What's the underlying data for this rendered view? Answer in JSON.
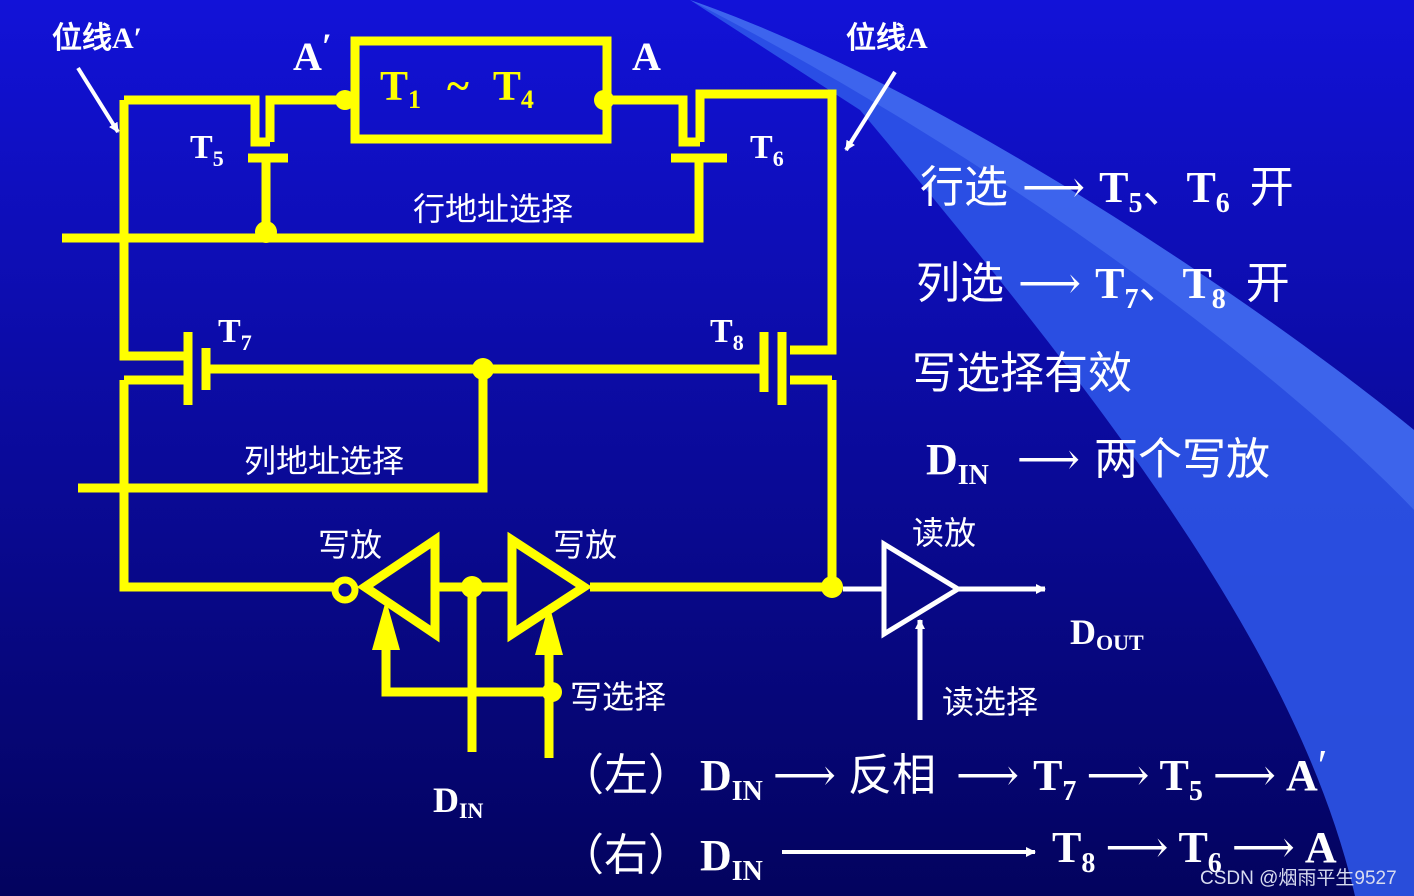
{
  "colors": {
    "background_top": "#1212d8",
    "background_bottom": "#03035e",
    "wire": "#ffff00",
    "text": "#ffffff",
    "wedge": "#3a66f2"
  },
  "circuit": {
    "bitline_left": "位线A",
    "bitline_left_prime": "′",
    "bitline_right": "位线A",
    "node_a_prime": "A",
    "node_a_prime_mark": "′",
    "node_a": "A",
    "cell_t": "T",
    "cell_sub_1": "1",
    "cell_tilde": "~",
    "cell_sub_4": "4",
    "t5": "T",
    "t5_sub": "5",
    "t6": "T",
    "t6_sub": "6",
    "t7": "T",
    "t7_sub": "7",
    "t8": "T",
    "t8_sub": "8",
    "row_addr": "行地址选择",
    "col_addr": "列地址选择",
    "write_amp_left": "写放",
    "write_amp_right": "写放",
    "read_amp": "读放",
    "d_out": "D",
    "d_out_sub": "OUT",
    "d_in": "D",
    "d_in_sub": "IN",
    "write_select": "写选择",
    "read_select": "读选择"
  },
  "notes": {
    "row_label": "行选",
    "row_t": "T",
    "row_sub_1": "5",
    "row_sep": "、",
    "row_sub_2": "6",
    "row_open": "开",
    "col_label": "列选",
    "col_t": "T",
    "col_sub_1": "7",
    "col_sep": "、",
    "col_sub_2": "8",
    "col_open": "开",
    "write_valid": "写选择有效",
    "din_d": "D",
    "din_sub": "IN",
    "din_result": "两个写放"
  },
  "paths": {
    "left_label": "（左）",
    "left_d": "D",
    "left_d_sub": "IN",
    "left_invert": "反相",
    "left_t": "T",
    "left_t_sub": "7",
    "left_t2": "T",
    "left_t2_sub": "5",
    "left_a": "A",
    "left_a_mark": "′",
    "right_label": "（右）",
    "right_d": "D",
    "right_d_sub": "IN",
    "right_t": "T",
    "right_t_sub": "8",
    "right_t2": "T",
    "right_t2_sub": "6",
    "right_a": "A"
  },
  "arrow_glyph": "⟶",
  "watermark": "CSDN @烟雨平生9527"
}
